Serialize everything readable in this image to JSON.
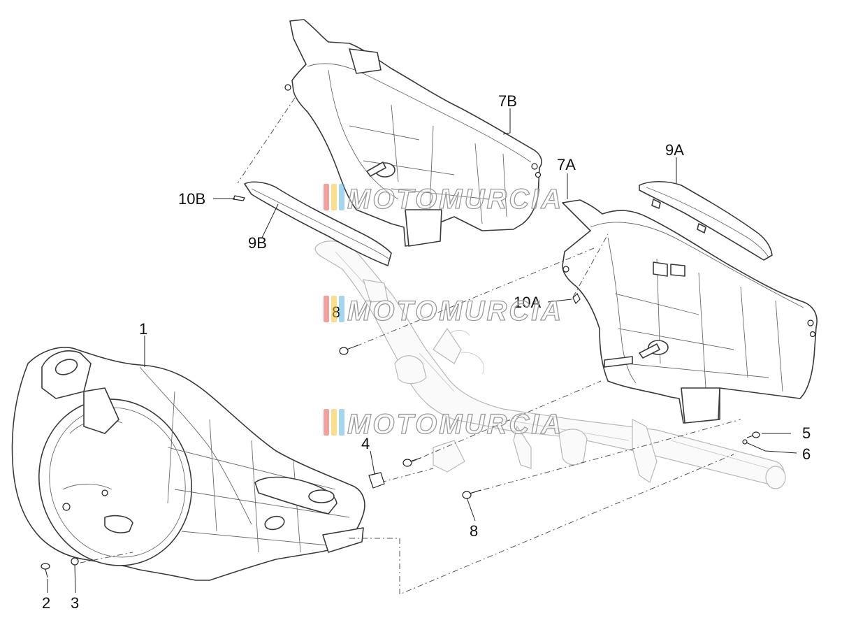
{
  "callouts": {
    "c1": "1",
    "c2": "2",
    "c3": "3",
    "c4": "4",
    "c5": "5",
    "c6": "6",
    "c7a": "7A",
    "c7b": "7B",
    "c8_top": "8",
    "c8_bottom": "8",
    "c9a": "9A",
    "c9b": "9B",
    "c10a": "10A",
    "c10b": "10B"
  },
  "watermark": {
    "text": "MOTOMURCIA",
    "colors": [
      "#e8534a",
      "#f2c230",
      "#5bb4e5"
    ]
  }
}
